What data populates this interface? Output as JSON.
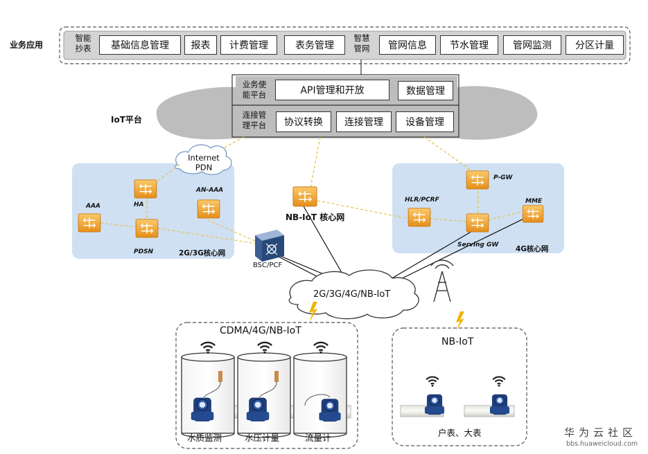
{
  "business": {
    "row_label": "业务应用",
    "smart_meter": "智能\n抄表",
    "modules_left": [
      "基础信息管理",
      "报表",
      "计费管理",
      "表务管理"
    ],
    "smart_network": "智慧\n管网",
    "modules_right": [
      "管网信息",
      "节水管理",
      "管网监测",
      "分区计量"
    ]
  },
  "iot": {
    "label": "IoT平台",
    "enablement_label": "业务使\n能平台",
    "api": "API管理和开放",
    "data_mgmt": "数据管理",
    "connection_label": "连接管\n理平台",
    "protocol": "协议转换",
    "conn_mgmt": "连接管理",
    "device_mgmt": "设备管理"
  },
  "core2g3g": {
    "internet": "Internet\nPDN",
    "aaa": "AAA",
    "ha": "HA",
    "an_aaa": "AN-AAA",
    "pdsn": "PDSN",
    "title": "2G/3G核心网"
  },
  "nbiot_core": "NB-IoT 核心网",
  "bsc": "BSC/PCF",
  "core4g": {
    "pgw": "P-GW",
    "hlr": "HLR/PCRF",
    "mme": "MME",
    "sgw": "Serving GW",
    "title": "4G核心网"
  },
  "access_cloud": "2G/3G/4G/NB-IoT",
  "scene_left": {
    "title": "CDMA/4G/NB-IoT",
    "tanks": [
      "水质监测",
      "水压计量",
      "流量计"
    ]
  },
  "scene_right": {
    "title": "NB-IoT",
    "caption": "户表、大表"
  },
  "watermark": {
    "name": "华为云社区",
    "url": "bbs.huaweicloud.com"
  },
  "colors": {
    "cloud_gray": "#bdbdbd",
    "region_blue": "#cfe0f3",
    "node_orange": "#f5a623",
    "dash_gold": "#e6c24a",
    "pipe_blue": "#2b5faa"
  }
}
